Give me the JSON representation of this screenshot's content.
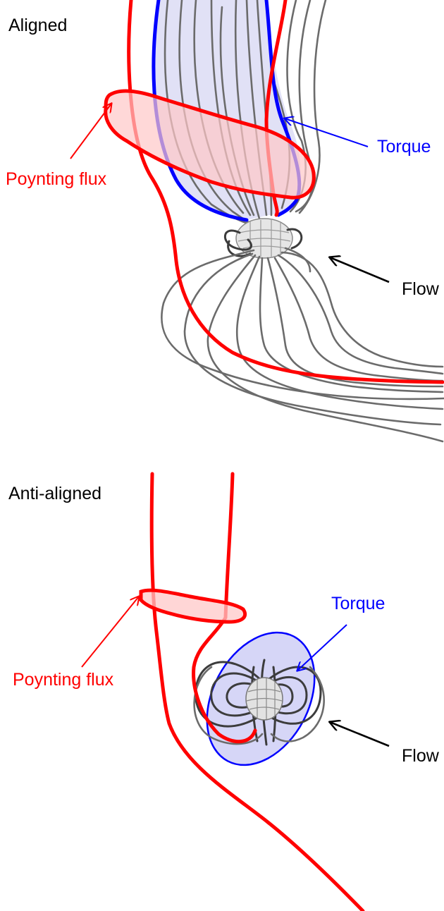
{
  "panels": [
    {
      "title": "Aligned",
      "labels": {
        "poynting": "Poynting flux",
        "torque": "Torque",
        "flow": "Flow"
      }
    },
    {
      "title": "Anti-aligned",
      "labels": {
        "poynting": "Poynting flux",
        "torque": "Torque",
        "flow": "Flow"
      }
    }
  ],
  "colors": {
    "poynting": "#ff0000",
    "torque": "#0000ff",
    "flow": "#000000",
    "field_lines": "#6b6b6b"
  }
}
